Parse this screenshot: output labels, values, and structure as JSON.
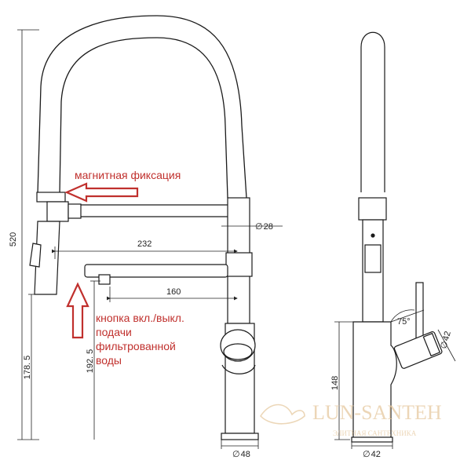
{
  "dimensions": {
    "height_total": "520",
    "spout_reach": "232",
    "filter_spout": "160",
    "height_178": "178. 5",
    "height_192": "192. 5",
    "hose_dia": "28",
    "base_dia_front": "48",
    "base_dia_side": "42",
    "side_height": "148",
    "angle": "75°",
    "handle_dia": "42"
  },
  "symbols": {
    "diameter": "∅"
  },
  "annotations": {
    "magnet": "магнитная фиксация",
    "button_line1": "кнопка вкл./выкл.",
    "button_line2": "подачи",
    "button_line3": "фильтрованной",
    "button_line4": "воды"
  },
  "watermark": {
    "brand": "LUN-SANTEH",
    "tagline": "ЭЛИТНАЯ САНТЕХНИКА"
  },
  "colors": {
    "line": "#1a1a1a",
    "annotation": "#c0302d",
    "watermark": "#e6c9a0"
  }
}
